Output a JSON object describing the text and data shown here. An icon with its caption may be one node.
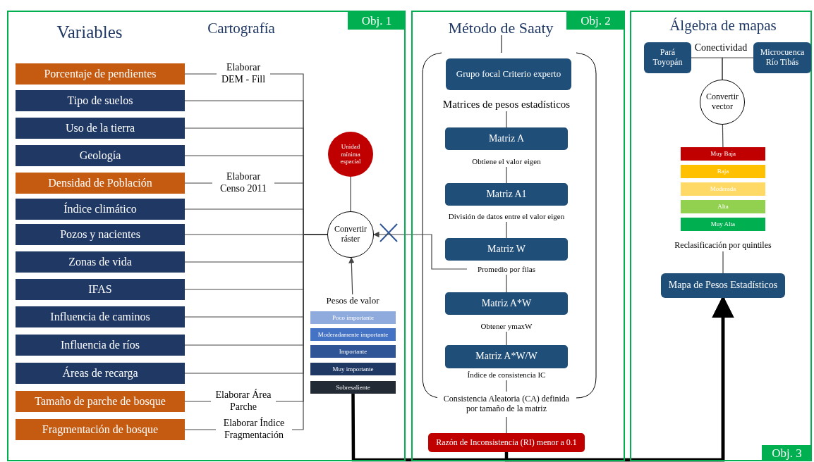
{
  "diagram": {
    "nodes": [
      {
        "text": [
          "Obj. 1",
          "Variables",
          "Cartografía"
        ]
      },
      {
        "text": [
          "Porcentaje de pendientes"
        ],
        "in": 0
      },
      {
        "text": [
          "Tipo de suelos"
        ],
        "in": 0
      },
      {
        "text": [
          "Uso de la tierra"
        ],
        "in": 0
      },
      {
        "text": [
          "Geología"
        ],
        "in": 0
      },
      {
        "text": [
          "Densidad de Población"
        ],
        "in": 0
      },
      {
        "text": [
          "Índice climático"
        ],
        "in": 0
      },
      {
        "text": [
          "Pozos y nacientes"
        ],
        "in": 0
      },
      {
        "text": [
          "Zonas de vida"
        ],
        "in": 0
      },
      {
        "text": [
          "IFAS"
        ],
        "in": 0
      },
      {
        "text": [
          "Influencia de caminos"
        ],
        "in": 0
      },
      {
        "text": [
          "Influencia de ríos"
        ],
        "in": 0
      },
      {
        "text": [
          "Áreas de recarga"
        ],
        "in": 0
      },
      {
        "text": [
          "Tamaño de parche de bosque"
        ],
        "in": 0
      },
      {
        "text": [
          "Fragmentación de bosque"
        ],
        "in": 0
      },
      {
        "text": [
          "Unidad mínima espacial"
        ],
        "in": 0
      },
      {
        "text": [
          "Convertir ráster"
        ],
        "in": 0
      },
      {
        "text": [
          "Pesos de valor"
        ],
        "in": 0
      },
      {
        "text": [
          "Poco importante"
        ],
        "in": 0
      },
      {
        "text": [
          "Moderadamente importante"
        ],
        "in": 0
      },
      {
        "text": [
          "Importante"
        ],
        "in": 0
      },
      {
        "text": [
          "Muy importante"
        ],
        "in": 0
      },
      {
        "text": [
          "Sobresaliente"
        ],
        "in": 0
      },
      {
        "text": [
          "Obj. 2",
          "Método de Saaty"
        ]
      },
      {
        "text": [
          "Grupo focal Criterio experto"
        ],
        "in": 23
      },
      {
        "text": [
          "Matrices de pesos estadísticos"
        ],
        "in": 23
      },
      {
        "text": [
          "Matriz A"
        ],
        "in": 23
      },
      {
        "text": [
          "Obtiene el valor eigen"
        ],
        "in": 23
      },
      {
        "text": [
          "Matriz A1"
        ],
        "in": 23
      },
      {
        "text": [
          "División de datos entre el valor eigen"
        ],
        "in": 23
      },
      {
        "text": [
          "Matriz W"
        ],
        "in": 23
      },
      {
        "text": [
          "Promedio por filas"
        ],
        "in": 23
      },
      {
        "text": [
          "Matriz A*W"
        ],
        "in": 23
      },
      {
        "text": [
          "Obtener ymaxW"
        ],
        "in": 23
      },
      {
        "text": [
          "Matriz A*W/W"
        ],
        "in": 23
      },
      {
        "text": [
          "Índice de consistencia IC"
        ],
        "in": 23
      },
      {
        "text": [
          "Consistencia Aleatoria (CA) definida por tamaño de la matriz"
        ],
        "in": 23
      },
      {
        "text": [
          "Razón de Inconsistencia (RI) menor a 0.1"
        ],
        "in": 23
      },
      {
        "text": [
          "Álgebra de mapas",
          "Obj. 3"
        ]
      },
      {
        "text": [
          "Pará Toyopán"
        ],
        "in": 38
      },
      {
        "text": [
          "Microcuenca Río Tibás"
        ],
        "in": 38
      },
      {
        "text": [
          "Convertir vector"
        ],
        "in": 38
      },
      {
        "text": [
          "Muy Baja"
        ],
        "in": 38
      },
      {
        "text": [
          "Baja"
        ],
        "in": 38
      },
      {
        "text": [
          "Moderada"
        ],
        "in": 38
      },
      {
        "text": [
          "Alta"
        ],
        "in": 38
      },
      {
        "text": [
          "Muy Alta"
        ],
        "in": 38
      },
      {
        "text": [
          "Reclasificación por quintiles"
        ],
        "in": 38
      },
      {
        "text": [
          "Mapa de Pesos Estadísticos"
        ],
        "in": 38
      }
    ],
    "edges": [
      {
        "from": 1,
        "to": 16,
        "arrow": "none",
        "label": "Elaborar DEM - Fill"
      },
      {
        "from": 2,
        "to": 16,
        "arrow": "none"
      },
      {
        "from": 3,
        "to": 16,
        "arrow": "none"
      },
      {
        "from": 4,
        "to": 16,
        "arrow": "none"
      },
      {
        "from": 5,
        "to": 16,
        "arrow": "none",
        "label": "Elaborar Censo 2011"
      },
      {
        "from": 6,
        "to": 16,
        "arrow": "none"
      },
      {
        "from": 7,
        "to": 16,
        "arrow": "none"
      },
      {
        "from": 8,
        "to": 16,
        "arrow": "none"
      },
      {
        "from": 9,
        "to": 16,
        "arrow": "none"
      },
      {
        "from": 10,
        "to": 16,
        "arrow": "none"
      },
      {
        "from": 11,
        "to": 16,
        "arrow": "none"
      },
      {
        "from": 12,
        "to": 16,
        "arrow": "none"
      },
      {
        "from": 13,
        "to": 16,
        "arrow": "none",
        "label": "Elaborar Área Parche"
      },
      {
        "from": 14,
        "to": 16,
        "arrow": "none",
        "label": "Elaborar Índice Fragmentación"
      },
      {
        "from": 15,
        "to": 16,
        "arrow": "none"
      },
      {
        "from": 17,
        "to": 16,
        "arrow": "to"
      },
      {
        "from": 25,
        "to": 26,
        "arrow": "none"
      },
      {
        "from": 27,
        "to": 28,
        "arrow": "none"
      },
      {
        "from": 29,
        "to": 30,
        "arrow": "none"
      },
      {
        "from": 31,
        "to": 32,
        "arrow": "none"
      },
      {
        "from": 33,
        "to": 34,
        "arrow": "none"
      },
      {
        "from": 35,
        "to": 36,
        "arrow": "none"
      },
      {
        "from": 36,
        "to": 37,
        "arrow": "none"
      },
      {
        "from": 31,
        "to": 16,
        "arrow": "to"
      },
      {
        "from": 39,
        "to": 41,
        "arrow": "none",
        "label": "Conectividad"
      },
      {
        "from": 40,
        "to": 41,
        "arrow": "none"
      },
      {
        "from": 41,
        "to": 42,
        "arrow": "none"
      },
      {
        "from": 47,
        "to": 48,
        "arrow": "none"
      },
      {
        "from": 22,
        "to": 48,
        "arrow": "to",
        "style": "thick"
      },
      {
        "from": 37,
        "to": 48,
        "arrow": "to",
        "style": "thick"
      }
    ]
  }
}
